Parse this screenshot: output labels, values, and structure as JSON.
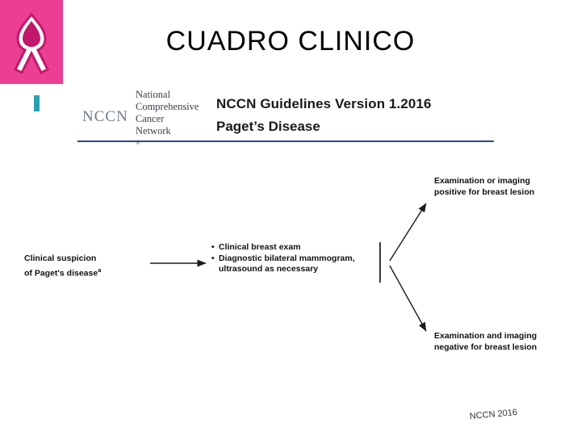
{
  "slide": {
    "title": "CUADRO CLINICO",
    "background_color": "#ffffff",
    "accent_pink": "#ea3f92",
    "accent_teal": "#2a9fb0",
    "accent_blue_rule": "#2b4a87"
  },
  "logo": {
    "ribbon_icon": "pink-ribbon-icon",
    "teal_marker": "teal-tick-marker"
  },
  "nccn": {
    "acronym": "NCCN",
    "words": [
      "National",
      "Comprehensive",
      "Cancer",
      "Network"
    ],
    "registered_mark": "®",
    "guideline_line1": "NCCN Guidelines Version 1.2016",
    "guideline_line2": "Paget’s Disease"
  },
  "flow": {
    "suspicion": {
      "line1": "Clinical suspicion",
      "line2": "of Paget's disease",
      "superscript": "a"
    },
    "exam": {
      "bullets": [
        "Clinical breast exam",
        "Diagnostic bilateral mammogram,",
        "ultrasound as necessary"
      ]
    },
    "positive": {
      "line1": "Examination or imaging",
      "line2": "positive for breast lesion"
    },
    "negative": {
      "line1": "Examination and imaging",
      "line2": "negative for breast lesion"
    }
  },
  "footer": {
    "source": "NCCN 2016"
  }
}
